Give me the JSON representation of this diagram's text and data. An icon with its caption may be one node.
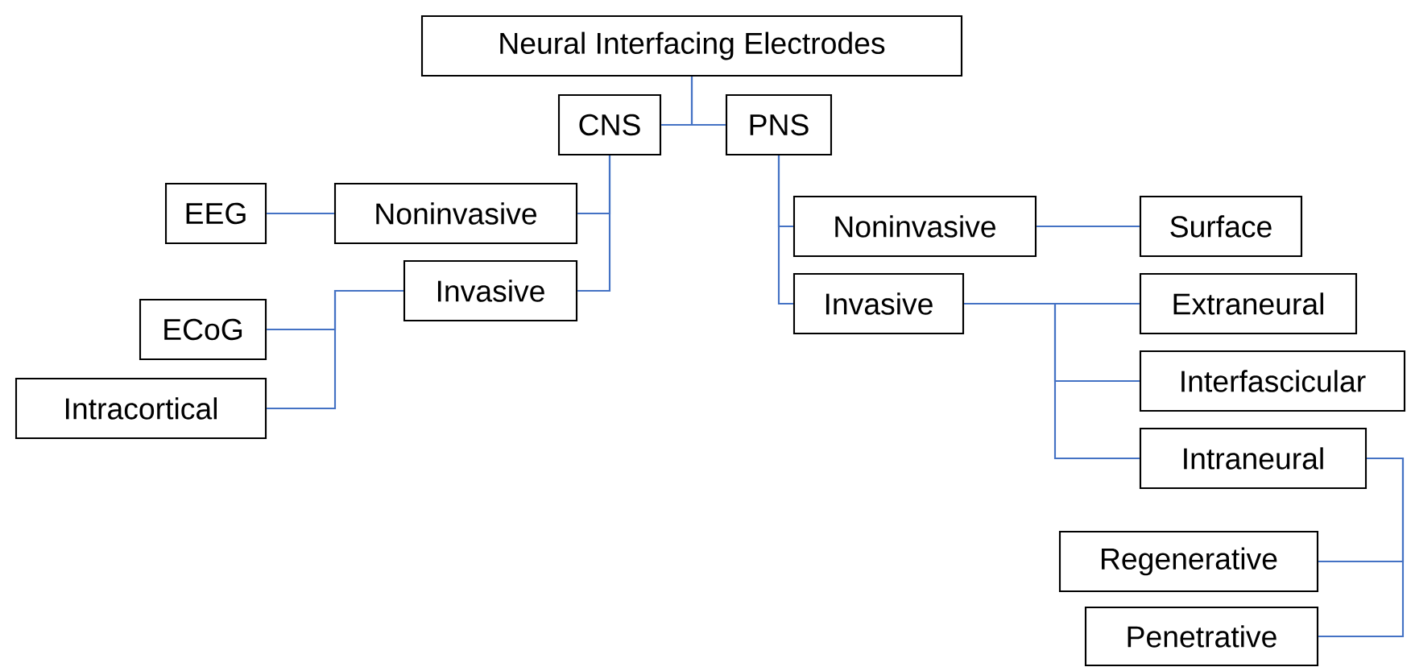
{
  "diagram": {
    "nodes": [
      {
        "text": [
          "Neural Interfacing Electrodes"
        ]
      },
      {
        "text": [
          "CNS"
        ]
      },
      {
        "text": [
          "PNS"
        ]
      },
      {
        "text": [
          "EEG"
        ]
      },
      {
        "text": [
          "Noninvasive"
        ]
      },
      {
        "text": [
          "Invasive"
        ]
      },
      {
        "text": [
          "ECoG"
        ]
      },
      {
        "text": [
          "Intracortical"
        ]
      },
      {
        "text": [
          "Noninvasive"
        ]
      },
      {
        "text": [
          "Surface"
        ]
      },
      {
        "text": [
          "Invasive"
        ]
      },
      {
        "text": [
          "Extraneural"
        ]
      },
      {
        "text": [
          "Interfascicular"
        ]
      },
      {
        "text": [
          "Intraneural"
        ]
      },
      {
        "text": [
          "Regenerative"
        ]
      },
      {
        "text": [
          "Penetrative"
        ]
      }
    ],
    "edges": [
      {
        "from": 0,
        "to": 1,
        "arrow": "none"
      },
      {
        "from": 0,
        "to": 2,
        "arrow": "none"
      },
      {
        "from": 1,
        "to": 4,
        "arrow": "none"
      },
      {
        "from": 1,
        "to": 5,
        "arrow": "none"
      },
      {
        "from": 4,
        "to": 3,
        "arrow": "none"
      },
      {
        "from": 5,
        "to": 6,
        "arrow": "none"
      },
      {
        "from": 5,
        "to": 7,
        "arrow": "none"
      },
      {
        "from": 2,
        "to": 8,
        "arrow": "none"
      },
      {
        "from": 2,
        "to": 10,
        "arrow": "none"
      },
      {
        "from": 8,
        "to": 9,
        "arrow": "none"
      },
      {
        "from": 10,
        "to": 11,
        "arrow": "none"
      },
      {
        "from": 10,
        "to": 12,
        "arrow": "none"
      },
      {
        "from": 10,
        "to": 13,
        "arrow": "none"
      },
      {
        "from": 13,
        "to": 14,
        "arrow": "none"
      },
      {
        "from": 13,
        "to": 15,
        "arrow": "none"
      }
    ]
  }
}
